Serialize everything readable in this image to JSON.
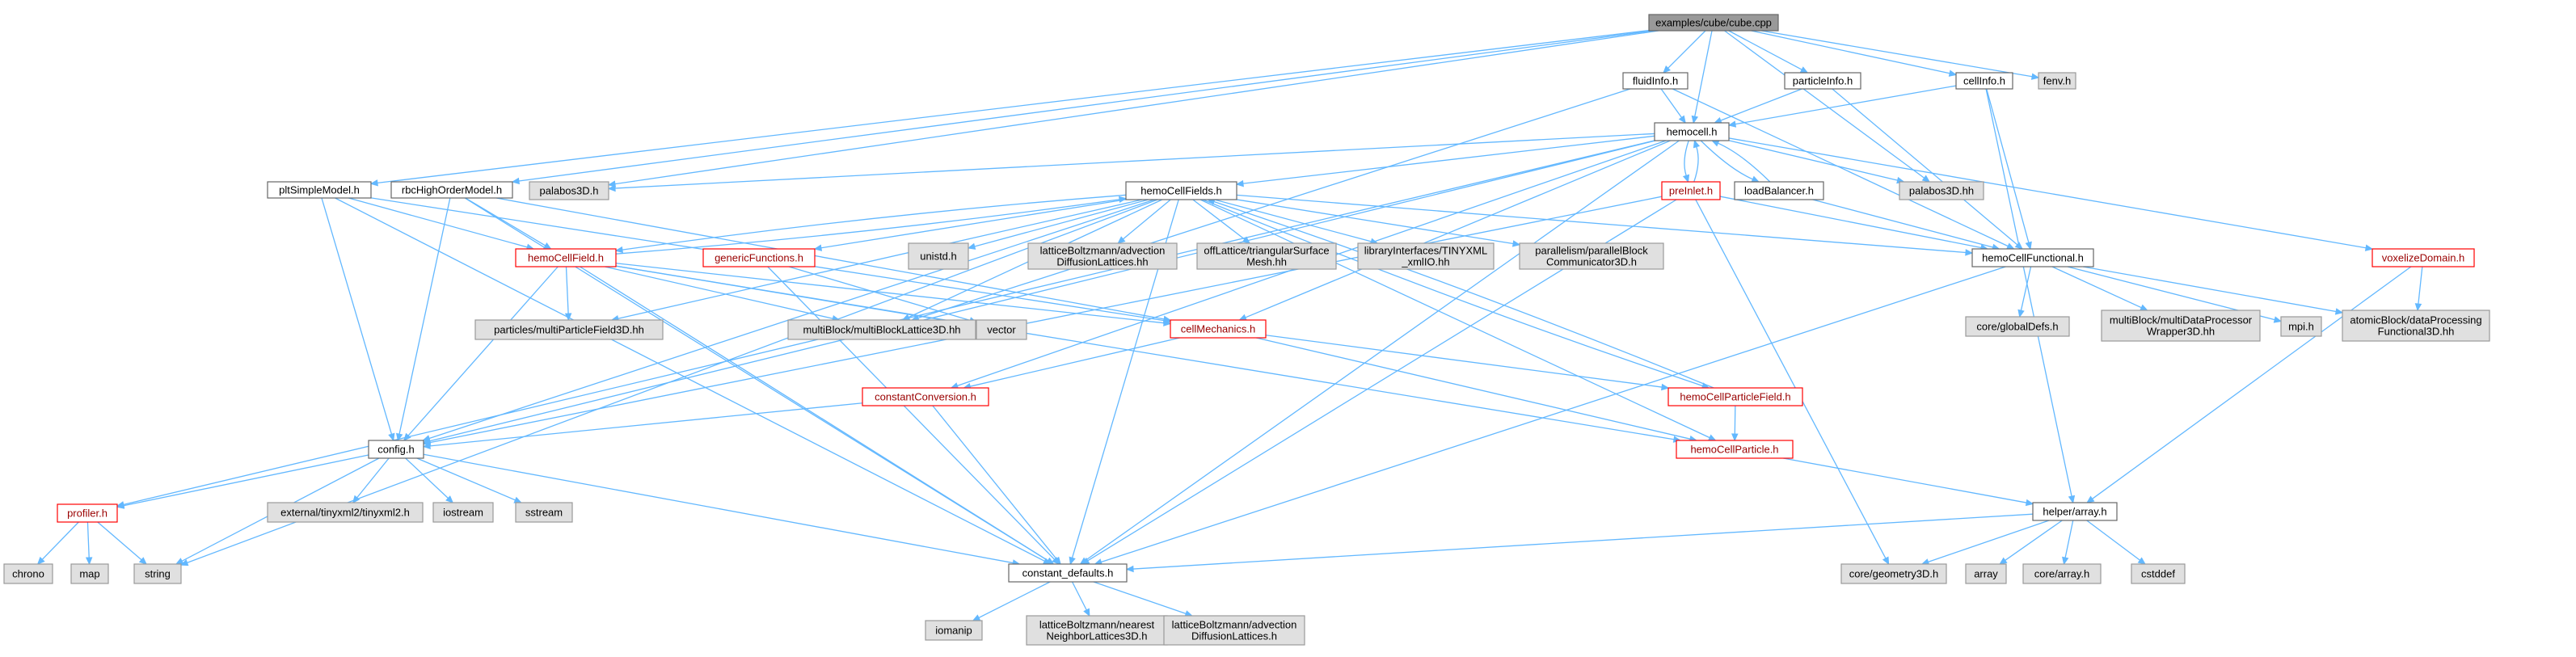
{
  "colors": {
    "edge": "#63b8ff",
    "root_fill": "#999999",
    "ext_fill": "#e0e0e0",
    "red_border": "#ff0000"
  },
  "nodes": {
    "cube": {
      "label": [
        "examples/cube/cube.cpp"
      ],
      "kind": "root"
    },
    "fluidInfo": {
      "label": [
        "fluidInfo.h"
      ],
      "kind": "plain"
    },
    "particleInfo": {
      "label": [
        "particleInfo.h"
      ],
      "kind": "plain"
    },
    "cellInfo": {
      "label": [
        "cellInfo.h"
      ],
      "kind": "plain"
    },
    "fenv": {
      "label": [
        "fenv.h"
      ],
      "kind": "ext"
    },
    "hemocell": {
      "label": [
        "hemocell.h"
      ],
      "kind": "plain"
    },
    "pltSimpleModel": {
      "label": [
        "pltSimpleModel.h"
      ],
      "kind": "plain"
    },
    "rbcHighOrderModel": {
      "label": [
        "rbcHighOrderModel.h"
      ],
      "kind": "plain"
    },
    "palabos3D_h": {
      "label": [
        "palabos3D.h"
      ],
      "kind": "ext"
    },
    "hemoCellFields": {
      "label": [
        "hemoCellFields.h"
      ],
      "kind": "plain"
    },
    "preInlet": {
      "label": [
        "preInlet.h"
      ],
      "kind": "red"
    },
    "loadBalancer": {
      "label": [
        "loadBalancer.h"
      ],
      "kind": "plain"
    },
    "palabos3D_hh": {
      "label": [
        "palabos3D.hh"
      ],
      "kind": "ext"
    },
    "hemoCellField": {
      "label": [
        "hemoCellField.h"
      ],
      "kind": "red"
    },
    "genericFunctions": {
      "label": [
        "genericFunctions.h"
      ],
      "kind": "red"
    },
    "unistd": {
      "label": [
        "unistd.h"
      ],
      "kind": "ext"
    },
    "advDiffLatticesHH": {
      "label": [
        "latticeBoltzmann/advection",
        "DiffusionLattices.hh"
      ],
      "kind": "ext"
    },
    "triangularSurfaceMesh": {
      "label": [
        "offLattice/triangularSurface",
        "Mesh.hh"
      ],
      "kind": "ext"
    },
    "tinyxmlIO": {
      "label": [
        "libraryInterfaces/TINYXML",
        "_xmlIO.hh"
      ],
      "kind": "ext"
    },
    "parallelBlockComm": {
      "label": [
        "parallelism/parallelBlock",
        "Communicator3D.h"
      ],
      "kind": "ext"
    },
    "hemoCellFunctional": {
      "label": [
        "hemoCellFunctional.h"
      ],
      "kind": "plain"
    },
    "voxelizeDomain": {
      "label": [
        "voxelizeDomain.h"
      ],
      "kind": "red"
    },
    "multiParticleField3D": {
      "label": [
        "particles/multiParticleField3D.hh"
      ],
      "kind": "ext"
    },
    "multiBlockLattice3D": {
      "label": [
        "multiBlock/multiBlockLattice3D.hh"
      ],
      "kind": "ext"
    },
    "vector": {
      "label": [
        "vector"
      ],
      "kind": "ext"
    },
    "cellMechanics": {
      "label": [
        "cellMechanics.h"
      ],
      "kind": "red"
    },
    "coreGlobalDefs": {
      "label": [
        "core/globalDefs.h"
      ],
      "kind": "ext"
    },
    "multiDataProcWrapper": {
      "label": [
        "multiBlock/multiDataProcessor",
        "Wrapper3D.hh"
      ],
      "kind": "ext"
    },
    "mpi": {
      "label": [
        "mpi.h"
      ],
      "kind": "ext"
    },
    "atomicBlockDataProc": {
      "label": [
        "atomicBlock/dataProcessing",
        "Functional3D.hh"
      ],
      "kind": "ext"
    },
    "constantConversion": {
      "label": [
        "constantConversion.h"
      ],
      "kind": "red"
    },
    "hemoCellParticleField": {
      "label": [
        "hemoCellParticleField.h"
      ],
      "kind": "red"
    },
    "config": {
      "label": [
        "config.h"
      ],
      "kind": "plain"
    },
    "hemoCellParticle": {
      "label": [
        "hemoCellParticle.h"
      ],
      "kind": "red"
    },
    "profiler": {
      "label": [
        "profiler.h"
      ],
      "kind": "red"
    },
    "tinyxml2": {
      "label": [
        "external/tinyxml2/tinyxml2.h"
      ],
      "kind": "ext"
    },
    "iostream": {
      "label": [
        "iostream"
      ],
      "kind": "ext"
    },
    "sstream": {
      "label": [
        "sstream"
      ],
      "kind": "ext"
    },
    "helperArray": {
      "label": [
        "helper/array.h"
      ],
      "kind": "plain"
    },
    "chrono": {
      "label": [
        "chrono"
      ],
      "kind": "ext"
    },
    "map": {
      "label": [
        "map"
      ],
      "kind": "ext"
    },
    "string": {
      "label": [
        "string"
      ],
      "kind": "ext"
    },
    "constantDefaults": {
      "label": [
        "constant_defaults.h"
      ],
      "kind": "plain"
    },
    "coreGeometry3D": {
      "label": [
        "core/geometry3D.h"
      ],
      "kind": "ext"
    },
    "array": {
      "label": [
        "array"
      ],
      "kind": "ext"
    },
    "coreArray": {
      "label": [
        "core/array.h"
      ],
      "kind": "ext"
    },
    "cstddef": {
      "label": [
        "cstddef"
      ],
      "kind": "ext"
    },
    "iomanip": {
      "label": [
        "iomanip"
      ],
      "kind": "ext"
    },
    "nearestNeighborLattices": {
      "label": [
        "latticeBoltzmann/nearest",
        "NeighborLattices3D.h"
      ],
      "kind": "ext"
    },
    "advDiffLatticesH": {
      "label": [
        "latticeBoltzmann/advection",
        "DiffusionLattices.h"
      ],
      "kind": "ext"
    }
  },
  "edges": [
    [
      "cube",
      "fluidInfo"
    ],
    [
      "cube",
      "particleInfo"
    ],
    [
      "cube",
      "cellInfo"
    ],
    [
      "cube",
      "fenv"
    ],
    [
      "cube",
      "hemocell"
    ],
    [
      "cube",
      "pltSimpleModel"
    ],
    [
      "cube",
      "rbcHighOrderModel"
    ],
    [
      "cube",
      "palabos3D_h"
    ],
    [
      "cube",
      "palabos3D_hh"
    ],
    [
      "fluidInfo",
      "hemocell"
    ],
    [
      "fluidInfo",
      "hemoCellFunctional"
    ],
    [
      "fluidInfo",
      "multiBlockLattice3D"
    ],
    [
      "particleInfo",
      "hemocell"
    ],
    [
      "particleInfo",
      "hemoCellFunctional"
    ],
    [
      "cellInfo",
      "hemocell"
    ],
    [
      "cellInfo",
      "hemoCellFunctional"
    ],
    [
      "cellInfo",
      "helperArray"
    ],
    [
      "hemocell",
      "palabos3D_h"
    ],
    [
      "hemocell",
      "palabos3D_hh"
    ],
    [
      "hemocell",
      "hemoCellFields"
    ],
    [
      "hemocell",
      "preInlet"
    ],
    [
      "hemocell",
      "loadBalancer"
    ],
    [
      "hemocell",
      "voxelizeDomain"
    ],
    [
      "hemocell",
      "profiler"
    ],
    [
      "hemocell",
      "config"
    ],
    [
      "hemocell",
      "constantDefaults"
    ],
    [
      "hemocell",
      "cellMechanics"
    ],
    [
      "hemocell",
      "constantConversion"
    ],
    [
      "preInlet",
      "hemocell"
    ],
    [
      "loadBalancer",
      "hemocell"
    ],
    [
      "preInlet",
      "hemoCellFunctional"
    ],
    [
      "preInlet",
      "constantDefaults"
    ],
    [
      "preInlet",
      "coreGeometry3D"
    ],
    [
      "preInlet",
      "config"
    ],
    [
      "loadBalancer",
      "hemoCellFunctional"
    ],
    [
      "pltSimpleModel",
      "hemoCellField"
    ],
    [
      "pltSimpleModel",
      "cellMechanics"
    ],
    [
      "pltSimpleModel",
      "config"
    ],
    [
      "pltSimpleModel",
      "constantDefaults"
    ],
    [
      "rbcHighOrderModel",
      "hemoCellField"
    ],
    [
      "rbcHighOrderModel",
      "cellMechanics"
    ],
    [
      "rbcHighOrderModel",
      "config"
    ],
    [
      "rbcHighOrderModel",
      "constantDefaults"
    ],
    [
      "hemoCellFields",
      "hemoCellField"
    ],
    [
      "hemoCellFields",
      "genericFunctions"
    ],
    [
      "hemoCellFields",
      "unistd"
    ],
    [
      "hemoCellFields",
      "advDiffLatticesHH"
    ],
    [
      "hemoCellFields",
      "triangularSurfaceMesh"
    ],
    [
      "hemoCellFields",
      "tinyxmlIO"
    ],
    [
      "hemoCellFields",
      "parallelBlockComm"
    ],
    [
      "hemoCellFields",
      "hemoCellFunctional"
    ],
    [
      "hemoCellFields",
      "multiParticleField3D"
    ],
    [
      "hemoCellFields",
      "multiBlockLattice3D"
    ],
    [
      "hemoCellFields",
      "hemoCellParticleField"
    ],
    [
      "hemoCellFields",
      "hemoCellParticle"
    ],
    [
      "hemoCellFields",
      "config"
    ],
    [
      "hemoCellFields",
      "constantDefaults"
    ],
    [
      "hemoCellFields",
      "string"
    ],
    [
      "hemoCellField",
      "hemoCellFields"
    ],
    [
      "hemoCellParticleField",
      "hemoCellFields"
    ],
    [
      "hemoCellField",
      "multiParticleField3D"
    ],
    [
      "hemoCellField",
      "multiBlockLattice3D"
    ],
    [
      "hemoCellField",
      "vector"
    ],
    [
      "hemoCellField",
      "cellMechanics"
    ],
    [
      "hemoCellField",
      "config"
    ],
    [
      "hemoCellField",
      "constantDefaults"
    ],
    [
      "hemoCellField",
      "hemoCellParticle"
    ],
    [
      "genericFunctions",
      "vector"
    ],
    [
      "genericFunctions",
      "constantDefaults"
    ],
    [
      "hemoCellFunctional",
      "coreGlobalDefs"
    ],
    [
      "hemoCellFunctional",
      "multiDataProcWrapper"
    ],
    [
      "hemoCellFunctional",
      "mpi"
    ],
    [
      "hemoCellFunctional",
      "atomicBlockDataProc"
    ],
    [
      "hemoCellFunctional",
      "constantDefaults"
    ],
    [
      "voxelizeDomain",
      "atomicBlockDataProc"
    ],
    [
      "voxelizeDomain",
      "helperArray"
    ],
    [
      "cellMechanics",
      "hemoCellParticleField"
    ],
    [
      "cellMechanics",
      "hemoCellParticle"
    ],
    [
      "cellMechanics",
      "constantConversion"
    ],
    [
      "constantConversion",
      "config"
    ],
    [
      "constantConversion",
      "constantDefaults"
    ],
    [
      "hemoCellParticleField",
      "hemoCellParticle"
    ],
    [
      "hemoCellParticle",
      "helperArray"
    ],
    [
      "config",
      "profiler"
    ],
    [
      "config",
      "tinyxml2"
    ],
    [
      "config",
      "iostream"
    ],
    [
      "config",
      "sstream"
    ],
    [
      "config",
      "string"
    ],
    [
      "config",
      "constantDefaults"
    ],
    [
      "profiler",
      "chrono"
    ],
    [
      "profiler",
      "map"
    ],
    [
      "profiler",
      "string"
    ],
    [
      "helperArray",
      "constantDefaults"
    ],
    [
      "helperArray",
      "coreGeometry3D"
    ],
    [
      "helperArray",
      "array"
    ],
    [
      "helperArray",
      "coreArray"
    ],
    [
      "helperArray",
      "cstddef"
    ],
    [
      "constantDefaults",
      "iomanip"
    ],
    [
      "constantDefaults",
      "nearestNeighborLattices"
    ],
    [
      "constantDefaults",
      "advDiffLatticesH"
    ]
  ]
}
